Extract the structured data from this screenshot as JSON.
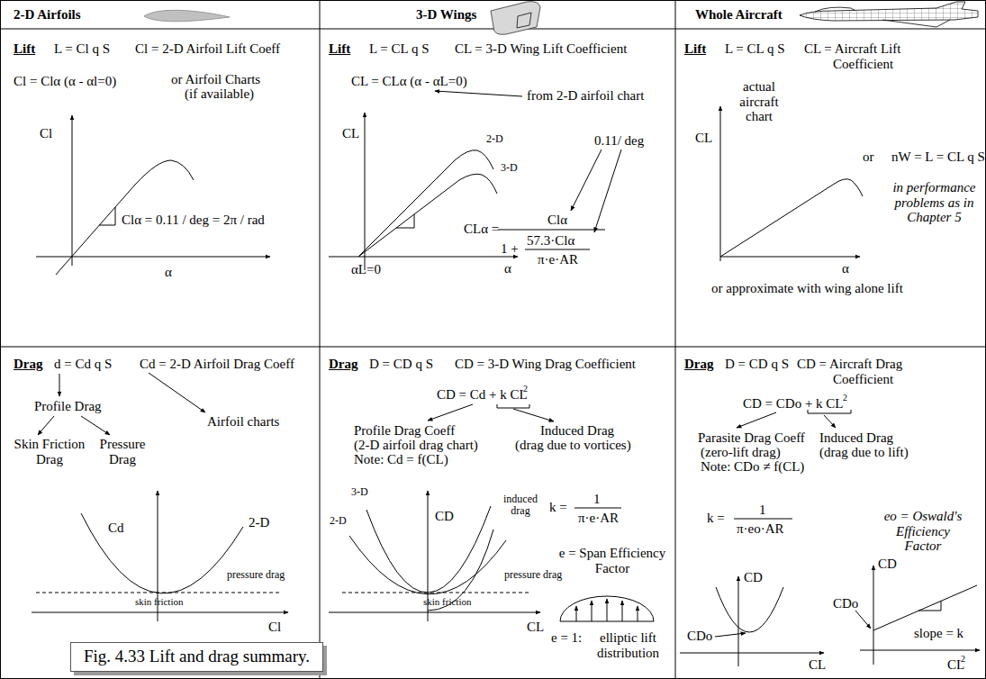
{
  "diagram": {
    "caption": "Fig. 4.33 Lift and drag summary.",
    "labels": [
      "2-D Airfoils",
      "3-D Wings",
      "Whole Aircraft",
      "Lift",
      "L = Cl q S",
      "Cl = 2-D Airfoil Lift Coeff",
      "Cl = Clα (α - αl=0)",
      "or Airfoil Charts",
      "(if available)",
      "Cl",
      "Clα = 0.11 / deg = 2π / rad",
      "α",
      "Lift",
      "L = CL q S",
      "CL = 3-D Wing Lift Coefficient",
      "CL = CLα (α - αL=0)",
      "from 2-D airfoil chart",
      "CL",
      "2-D",
      "3-D",
      "αL=0",
      "α",
      "0.11/ deg",
      "CLα =",
      "Clα",
      "1 +",
      "57.3·Clα",
      "π·e·AR",
      "Lift",
      "L = CL q S",
      "CL = Aircraft Lift",
      "Coefficient",
      "CL",
      "actual aircraft chart",
      "or",
      "nW = L = CL q S",
      "in performance problems as in Chapter 5",
      "α",
      "or approximate with wing alone lift",
      "Drag",
      "d = Cd q S",
      "Cd = 2-D Airfoil Drag Coeff",
      "Profile Drag",
      "Airfoil charts",
      "Skin Friction Drag",
      "Pressure Drag",
      "Cd",
      "2-D",
      "pressure drag",
      "skin friction",
      "Cl",
      "Drag",
      "D = CD q S",
      "CD = 3-D Wing Drag Coefficient",
      "CD = Cd + k CL",
      "2",
      "Profile Drag Coeff",
      "(2-D airfoil drag chart)",
      "Note: Cd = f(CL)",
      "Induced Drag",
      "(drag due to vortices)",
      "3-D",
      "CD",
      "2-D",
      "induced drag",
      "pressure drag",
      "skin friction",
      "CL",
      "k =",
      "1",
      "π·e·AR",
      "e = Span Efficiency Factor",
      "e = 1:",
      "elliptic lift distribution",
      "Drag",
      "D = CD q S",
      "CD = Aircraft Drag",
      "Coefficient",
      "CD = CDo + k CL",
      "2",
      "Parasite Drag Coeff",
      "(zero-lift drag)",
      "Note: CDo ≠ f(CL)",
      "Induced Drag",
      "(drag due to lift)",
      "k =",
      "1",
      "π·eo·AR",
      "eo = Oswald's Efficiency Factor",
      "CD",
      "CDo",
      "CL",
      "CD",
      "CDo",
      "slope = k",
      "CL",
      "2"
    ]
  }
}
